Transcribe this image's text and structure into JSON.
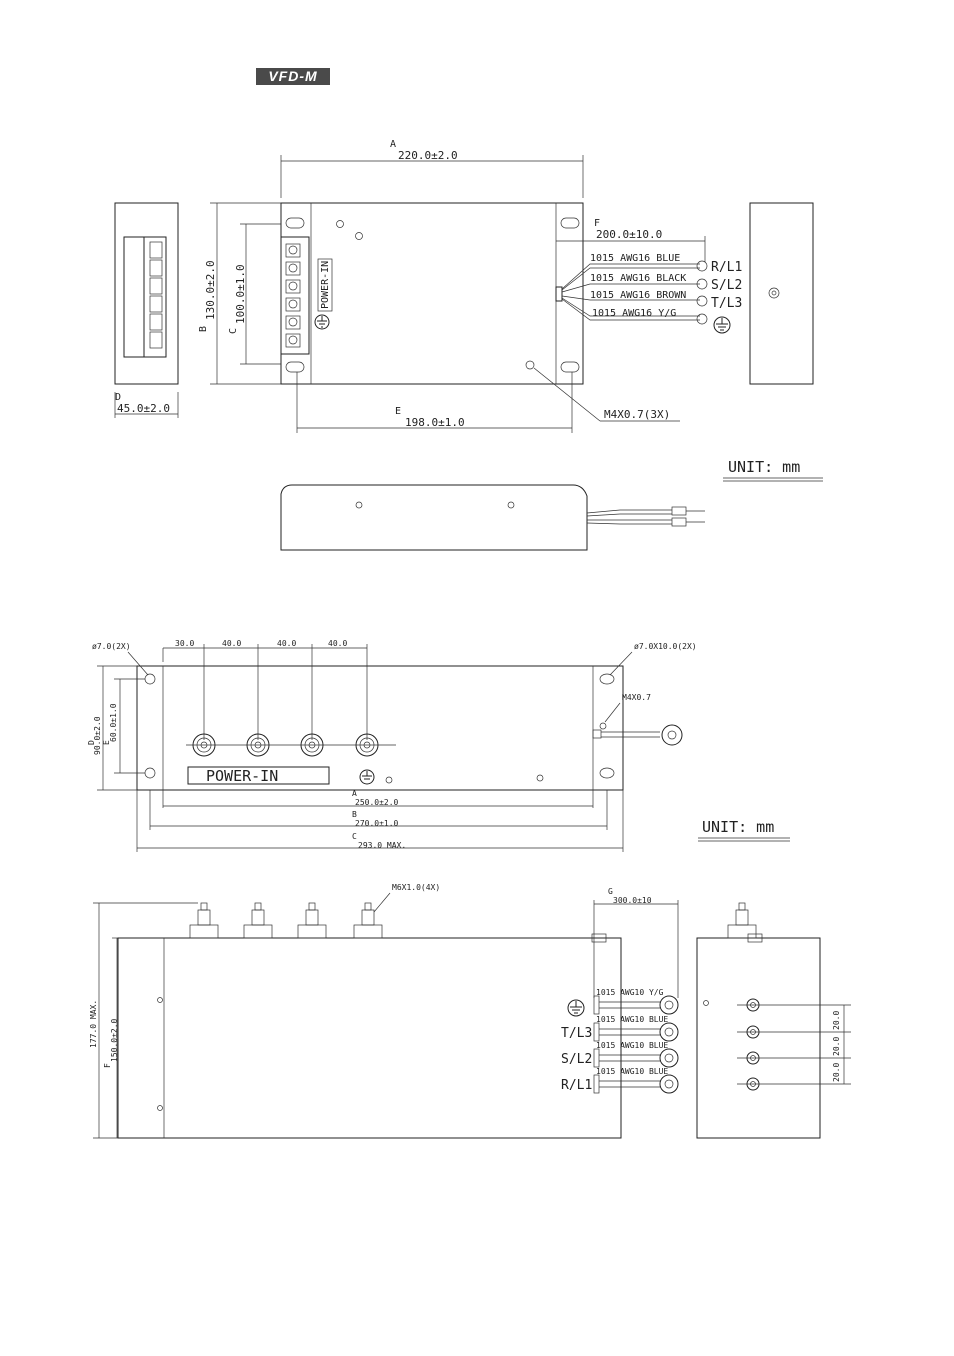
{
  "logo": {
    "text": "VFD-M"
  },
  "drawing1": {
    "dim_a_letter": "A",
    "dim_a": "220.0±2.0",
    "dim_b_letter": "B",
    "dim_b": "130.0±2.0",
    "dim_c_letter": "C",
    "dim_c": "100.0±1.0",
    "dim_d_letter": "D",
    "dim_d": "45.0±2.0",
    "dim_e_letter": "E",
    "dim_e": "198.0±1.0",
    "dim_f_letter": "F",
    "dim_f": "200.0±10.0",
    "power_in": "POWER-IN",
    "wires": [
      "1015 AWG16 BLUE",
      "1015 AWG16 BLACK",
      "1015 AWG16 BROWN",
      "1015 AWG16 Y/G"
    ],
    "terminals": [
      "R/L1",
      "S/L2",
      "T/L3"
    ],
    "screw": "M4X0.7(3X)",
    "unit": "UNIT: mm"
  },
  "drawing2": {
    "hole_left": "ø7.0(2X)",
    "hole_right": "ø7.0X10.0(2X)",
    "pitches": [
      "30.0",
      "40.0",
      "40.0",
      "40.0"
    ],
    "screw": "M4X0.7",
    "dim_d_letter": "D",
    "dim_d": "90.0±2.0",
    "dim_e_letter": "E",
    "dim_e": "60.0±1.0",
    "power_in": "POWER-IN",
    "dim_a_letter": "A",
    "dim_a": "250.0±2.0",
    "dim_b_letter": "B",
    "dim_b": "270.0±1.0",
    "dim_c_letter": "C",
    "dim_c": "293.0 MAX.",
    "unit": "UNIT: mm"
  },
  "drawing3": {
    "bolts": "M6X1.0(4X)",
    "dim_g_letter": "G",
    "dim_g": "300.0±10",
    "wires": [
      "1015 AWG10 Y/G",
      "1015 AWG10 BLUE",
      "1015 AWG10 BLUE",
      "1015 AWG10 BLUE"
    ],
    "terminals": [
      "T/L3",
      "S/L2",
      "R/L1"
    ],
    "dim_total": "177.0 MAX.",
    "dim_f_letter": "F",
    "dim_f": "150.0±2.0",
    "pitches": [
      "20.0",
      "20.0",
      "20.0"
    ]
  }
}
